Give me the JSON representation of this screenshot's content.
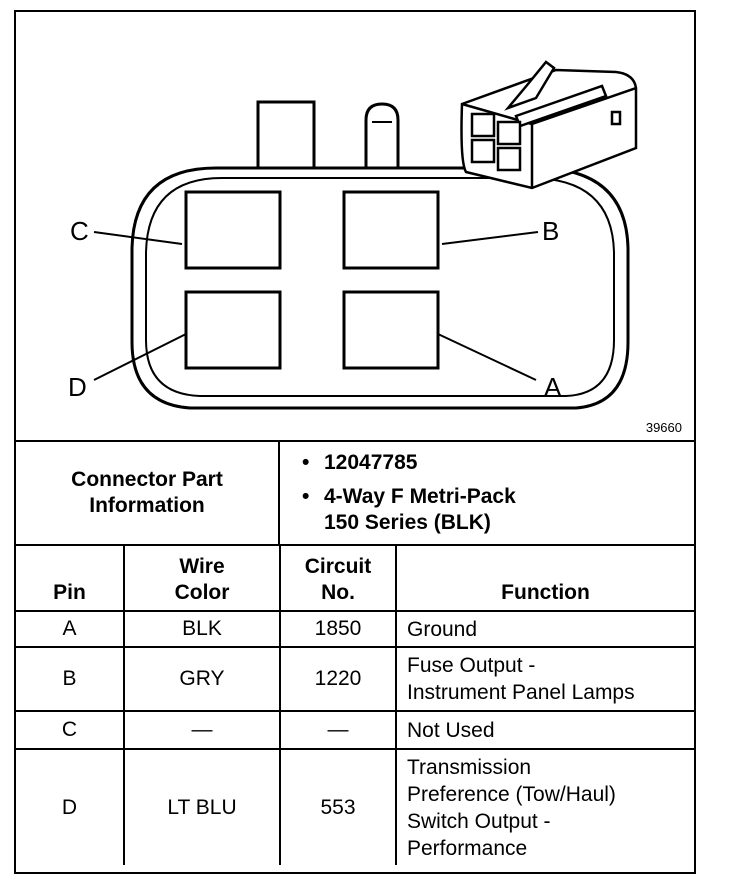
{
  "diagram": {
    "figure_number": "39660",
    "pin_labels": {
      "a": "A",
      "b": "B",
      "c": "C",
      "d": "D"
    }
  },
  "connector_info": {
    "heading_line1": "Connector Part",
    "heading_line2": "Information",
    "items": [
      {
        "line1": "12047785",
        "line2": ""
      },
      {
        "line1": "4-Way F Metri-Pack",
        "line2": "150 Series (BLK)"
      }
    ]
  },
  "pin_table": {
    "headers": {
      "pin": "Pin",
      "wire_color": "Wire\nColor",
      "circuit_no": "Circuit\nNo.",
      "function": "Function"
    },
    "rows": [
      {
        "pin": "A",
        "wire_color": "BLK",
        "circuit": "1850",
        "function": "Ground"
      },
      {
        "pin": "B",
        "wire_color": "GRY",
        "circuit": "1220",
        "function": "Fuse Output -\nInstrument Panel Lamps"
      },
      {
        "pin": "C",
        "wire_color": "—",
        "circuit": "—",
        "function": "Not Used"
      },
      {
        "pin": "D",
        "wire_color": "LT BLU",
        "circuit": "553",
        "function": "Transmission\nPreference (Tow/Haul)\nSwitch Output -\nPerformance"
      }
    ]
  }
}
